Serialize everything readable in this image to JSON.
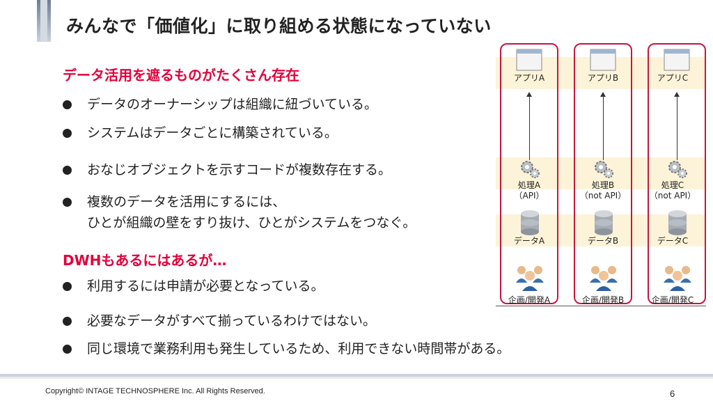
{
  "slide": {
    "title": "みんなで「価値化」に取り組める状態になっていない",
    "section1": {
      "heading": "データ活用を遮るものがたくさん存在",
      "bullets": [
        "データのオーナーシップは組織に紐づいている。",
        "システムはデータごとに構築されている。",
        "おなじオブジェクトを示すコードが複数存在する。",
        "複数のデータを活用にするには、\nひとが組織の壁をすり抜け、ひとがシステムをつなぐ。"
      ]
    },
    "section2": {
      "heading": "DWHもあるにはあるが…",
      "bullets": [
        "利用するには申請が必要となっている。",
        "必要なデータがすべて揃っているわけではない。",
        "同じ環境で業務利用も発生しているため、利用できない時間帯がある。"
      ]
    },
    "bullet_icon": "filled-circle-bullet"
  },
  "diagram": {
    "columns": [
      {
        "app": "アプリA",
        "process": "処理A",
        "api": "（API）",
        "data": "データA",
        "team": "企画/開発A"
      },
      {
        "app": "アプリB",
        "process": "処理B",
        "api": "（not API）",
        "data": "データB",
        "team": "企画/開発B"
      },
      {
        "app": "アプリC",
        "process": "処理C",
        "api": "（not API）",
        "data": "データC",
        "team": "企画/開発C"
      }
    ],
    "icons": {
      "app": "app-window-icon",
      "process": "gear-icon",
      "data": "database-icon",
      "team": "people-icon"
    },
    "colors": {
      "border": "#c5163f",
      "band": "#fdf3d8",
      "heading": "#e2003a"
    }
  },
  "footer": {
    "copyright": "Copyright© INTAGE TECHNOSPHERE Inc. All Rights Reserved.",
    "page": "6"
  }
}
